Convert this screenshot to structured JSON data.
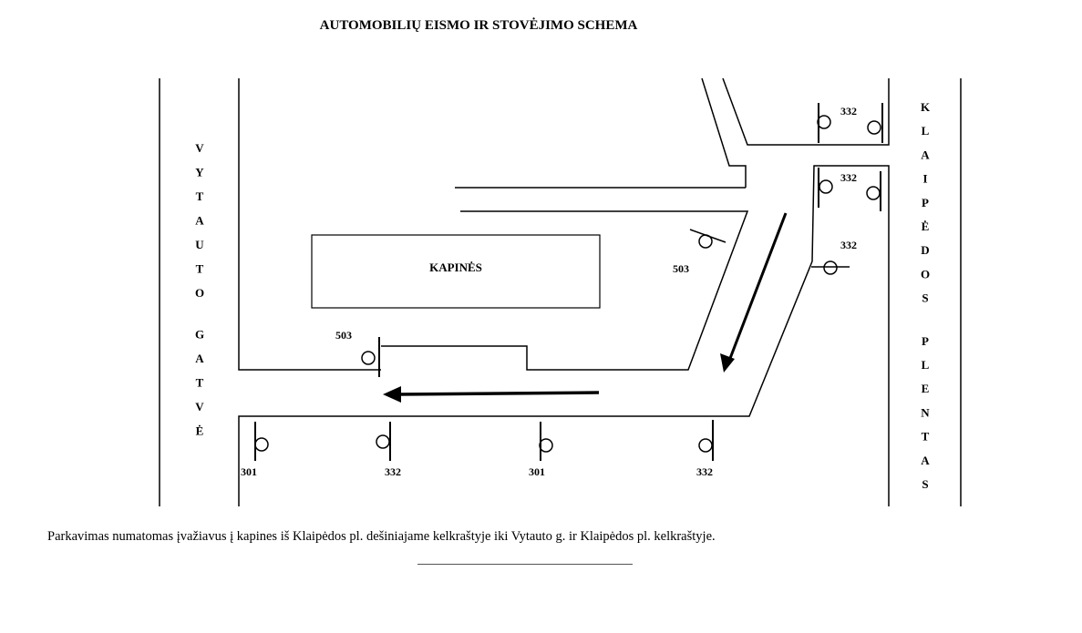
{
  "title": "AUTOMOBILIŲ EISMO IR STOVĖJIMO SCHEMA",
  "street_left": "VYTAUTO GATVĖ",
  "street_right": "KLAIPĖDOS PLENTAS",
  "cemetery_label": "KAPINĖS",
  "signs": {
    "upper_right": "332",
    "middle_right": "332",
    "lower_right": "332",
    "center_right": "503",
    "center_left": "503",
    "bottom_1": "301",
    "bottom_2": "332",
    "bottom_3": "301",
    "bottom_4": "332"
  },
  "note": "Parkavimas numatomas įvažiavus į kapines iš Klaipėdos pl. dešiniajame kelkraštyje iki Vytauto g. ir Klaipėdos pl. kelkraštyje."
}
